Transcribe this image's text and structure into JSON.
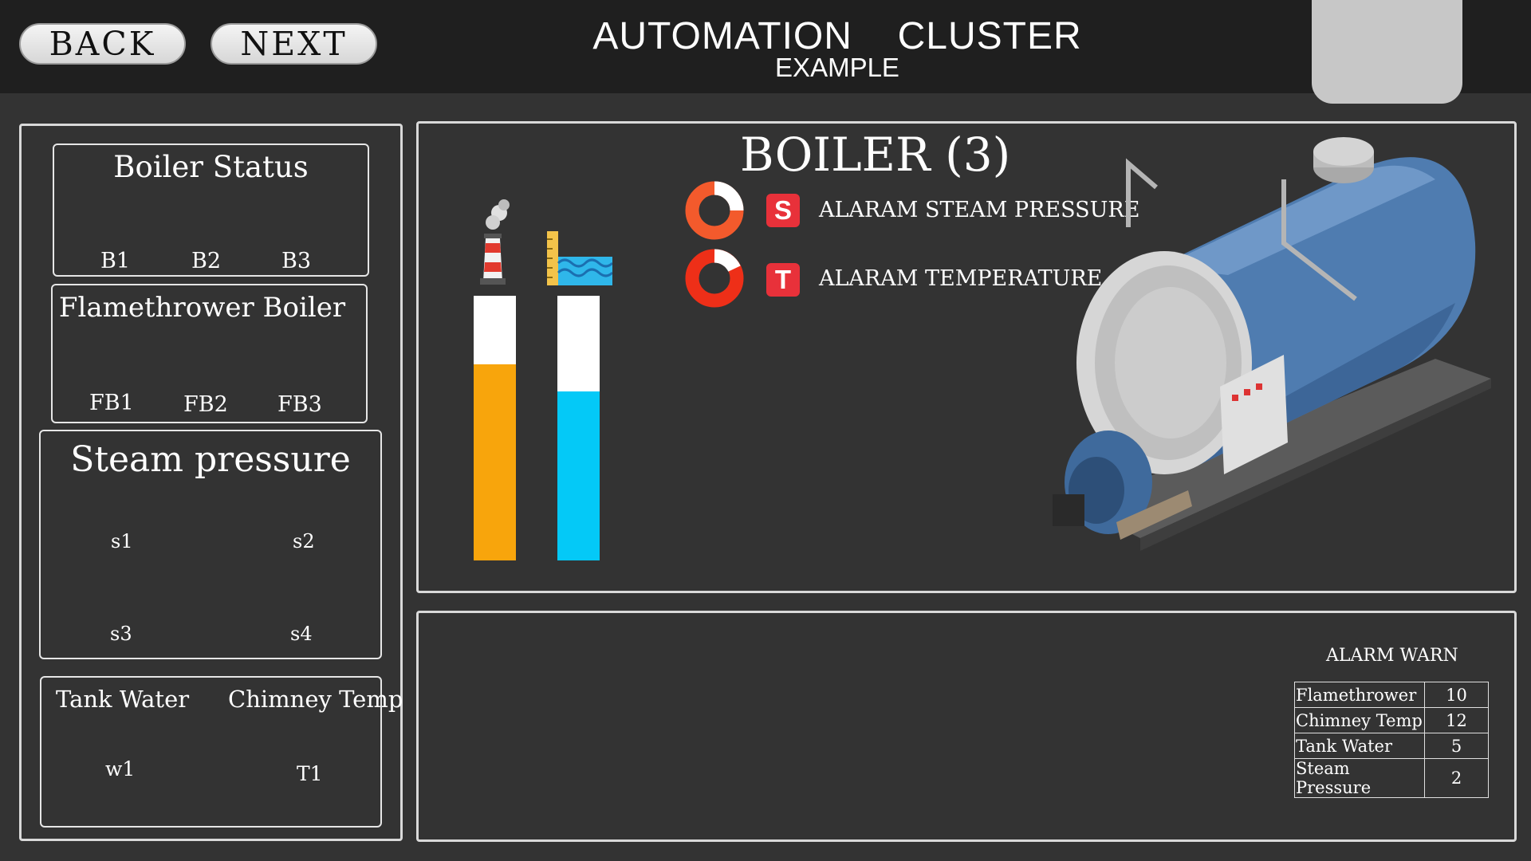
{
  "header": {
    "back_label": "BACK",
    "next_label": "NEXT",
    "title": "AUTOMATION  CLUSTER",
    "subtitle": "EXAMPLE"
  },
  "left_panel": {
    "boiler_status": {
      "title": "Boiler Status",
      "labels": [
        "B1",
        "B2",
        "B3"
      ]
    },
    "flamethrower_boiler": {
      "title": "Flamethrower Boiler",
      "labels": [
        "FB1",
        "FB2",
        "FB3"
      ]
    },
    "steam_pressure": {
      "title": "Steam pressure",
      "labels": [
        "s1",
        "s2",
        "s3",
        "s4"
      ]
    },
    "tank_chimney": {
      "tank_title": "Tank Water",
      "chimney_title": "Chimney Temp",
      "tank_label": "w1",
      "chimney_label": "T1"
    }
  },
  "main_panel": {
    "title": "BOILER (3)",
    "alarms": [
      {
        "badge": "S",
        "label": "ALARAM STEAM PRESSURE",
        "ring_color": "#f35a2c",
        "badge_color": "#e8313a"
      },
      {
        "badge": "T",
        "label": "ALARAM TEMPERATURE",
        "ring_color": "#ee2f18",
        "badge_color": "#e8313a"
      }
    ],
    "levels": [
      {
        "name": "chimney",
        "fill_fraction": 0.74,
        "color": "#f8a50c"
      },
      {
        "name": "water",
        "fill_fraction": 0.64,
        "color": "#04c9f7"
      }
    ]
  },
  "alarm_warn": {
    "title": "ALARM WARN",
    "rows": [
      {
        "name": "Flamethrower",
        "value": "10"
      },
      {
        "name": "Chimney Temp",
        "value": "12"
      },
      {
        "name": "Tank Water",
        "value": "5"
      },
      {
        "name": "Steam Pressure",
        "value": "2"
      }
    ]
  },
  "colors": {
    "background": "#333333",
    "topbar": "#1f1f1f",
    "boiler_body": "#4f7cb0"
  },
  "icons": [
    "chimney-icon",
    "water-tank-icon",
    "boiler-illustration"
  ]
}
